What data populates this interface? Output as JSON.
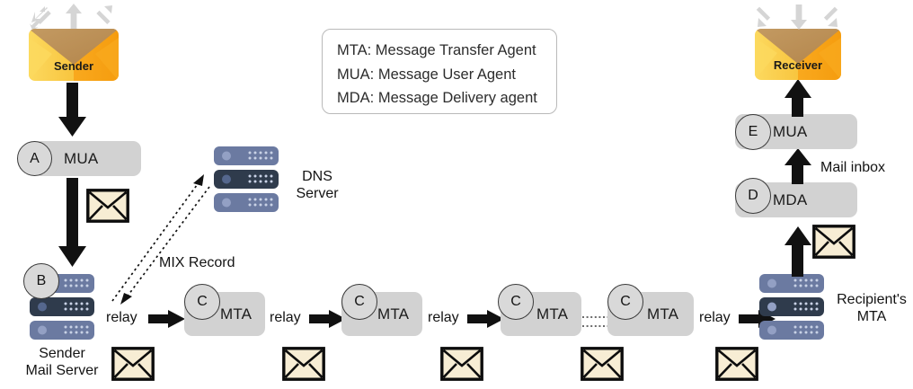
{
  "diagram": {
    "title": "Email delivery flow: Sender to Receiver via MTA chain",
    "colors": {
      "box_gray": "#d2d2d2",
      "circle_gray": "#d9d9d9",
      "arrow_black": "#111111",
      "decor_arrow_gray": "#d5d5d5",
      "envelope_cream": "#f7edd4",
      "server_slate": "#6b7aa1",
      "server_dark": "#2f3b4c",
      "envelope_orange": "#f6a01c",
      "envelope_yellow": "#fbd45e",
      "envelope_flap": "#c09558"
    }
  },
  "legend": {
    "name": "acronym-legend",
    "lines": [
      "MTA: Message Transfer Agent",
      "MUA: Message User Agent",
      "MDA: Message Delivery agent"
    ]
  },
  "sender": {
    "envelope_label": "Sender",
    "mua": {
      "step": "A",
      "label": "MUA"
    },
    "mail_server": {
      "step": "B",
      "label_line1": "Sender",
      "label_line2": "Mail Server"
    }
  },
  "dns": {
    "label_line1": "DNS",
    "label_line2": "Server",
    "record_label": "MIX Record"
  },
  "relays": [
    {
      "label": "relay"
    },
    {
      "label": "relay"
    },
    {
      "label": "relay"
    },
    {
      "label": "relay"
    }
  ],
  "mta_chain": [
    {
      "step": "C",
      "label": "MTA"
    },
    {
      "step": "C",
      "label": "MTA"
    },
    {
      "step": "C",
      "label": "MTA"
    },
    {
      "step": "C",
      "label": "MTA"
    }
  ],
  "recipient": {
    "mta_label_line1": "Recipient's",
    "mta_label_line2": "MTA",
    "mda": {
      "step": "D",
      "label": "MDA"
    },
    "mua": {
      "step": "E",
      "label": "MUA"
    },
    "mail_inbox_label": "Mail inbox",
    "envelope_label": "Receiver"
  }
}
